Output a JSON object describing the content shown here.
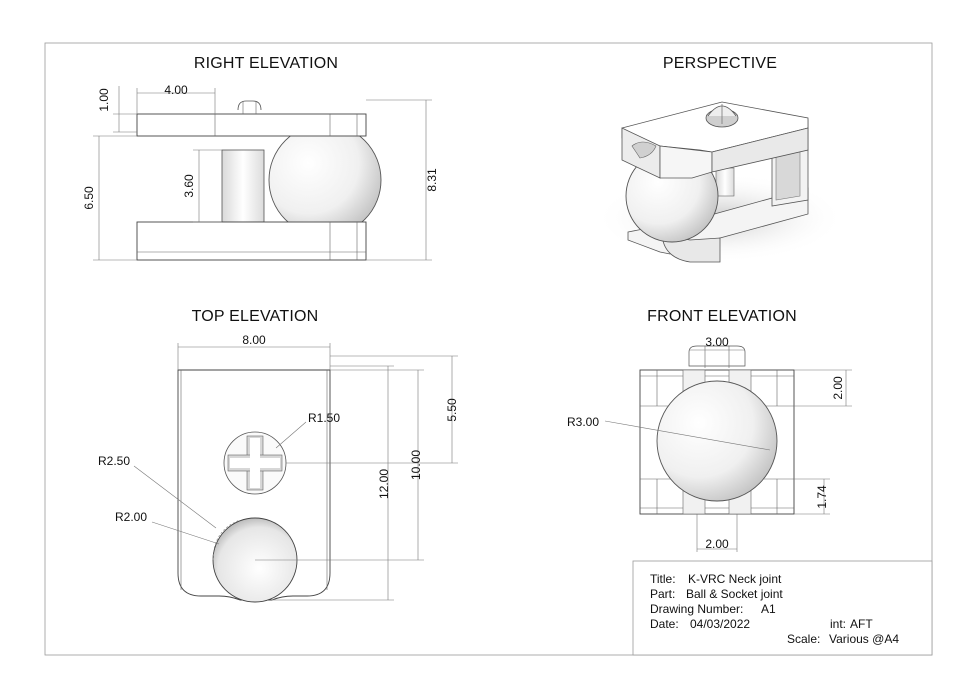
{
  "views": {
    "right_title": "RIGHT ELEVATION",
    "perspective_title": "PERSPECTIVE",
    "top_title": "TOP ELEVATION",
    "front_title": "FRONT ELEVATION"
  },
  "right_dims": {
    "d1": "1.00",
    "d2": "4.00",
    "d3": "6.50",
    "d4": "3.60",
    "d5": "8.31"
  },
  "top_dims": {
    "d1": "8.00",
    "d2": "5.50",
    "d3": "10.00",
    "d4": "12.00",
    "r1": "R1.50",
    "r2": "R2.50",
    "r3": "R2.00"
  },
  "front_dims": {
    "d1": "3.00",
    "d2": "2.00",
    "r1": "R3.00",
    "d3": "1.74",
    "d4": "2.00"
  },
  "title_block": {
    "title_label": "Title:",
    "title_value": "K-VRC Neck joint",
    "part_label": "Part:",
    "part_value": "Ball & Socket joint",
    "drawing_label": "Drawing Number:",
    "drawing_value": "A1",
    "date_label": "Date:",
    "date_value": "04/03/2022",
    "int_label": "int:",
    "int_value": "AFT",
    "scale_label": "Scale:",
    "scale_value": "Various @A4"
  }
}
